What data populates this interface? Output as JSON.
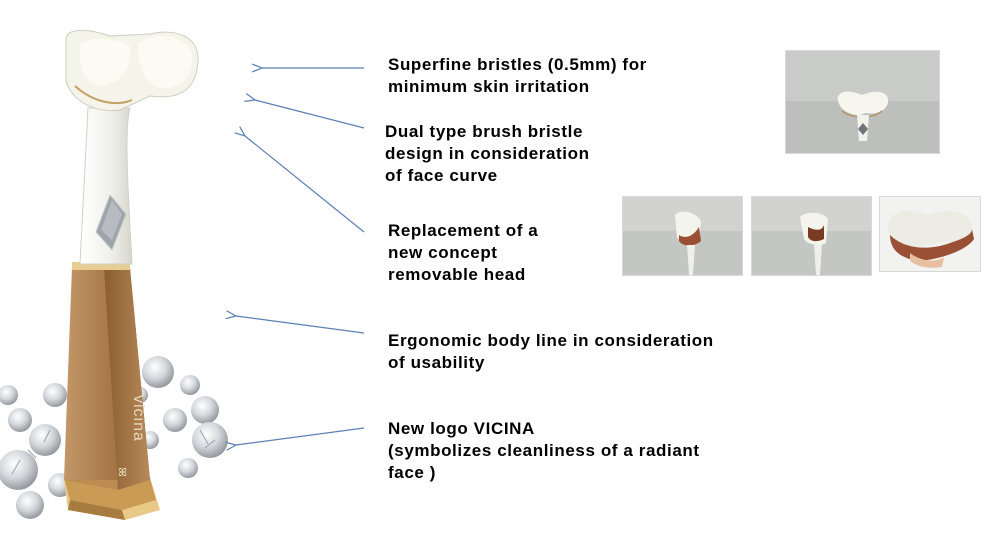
{
  "features": [
    {
      "id": "bristles",
      "text": "Superfine bristles (0.5mm) for\nminimum skin irritation"
    },
    {
      "id": "dual-brush",
      "text": "Dual type brush bristle\ndesign  in consideration\nof face curve"
    },
    {
      "id": "removable-head",
      "text": "Replacement of a\nnew concept\nremovable head"
    },
    {
      "id": "ergonomic",
      "text": "Ergonomic body line in consideration\nof  usability"
    },
    {
      "id": "logo",
      "text": "New logo VICINA\n(symbolizes cleanliness of a radiant\nface )"
    }
  ],
  "product": {
    "logo_text": "vicina",
    "logo_mark": "ꕤ"
  },
  "colors": {
    "arrow": "#5b7fb5",
    "gold_dark": "#7a5428",
    "gold_light": "#c9a070",
    "bristle": "#f4f4ec",
    "copper": "#9a4f32",
    "photo_bg": "#c8cac8"
  }
}
